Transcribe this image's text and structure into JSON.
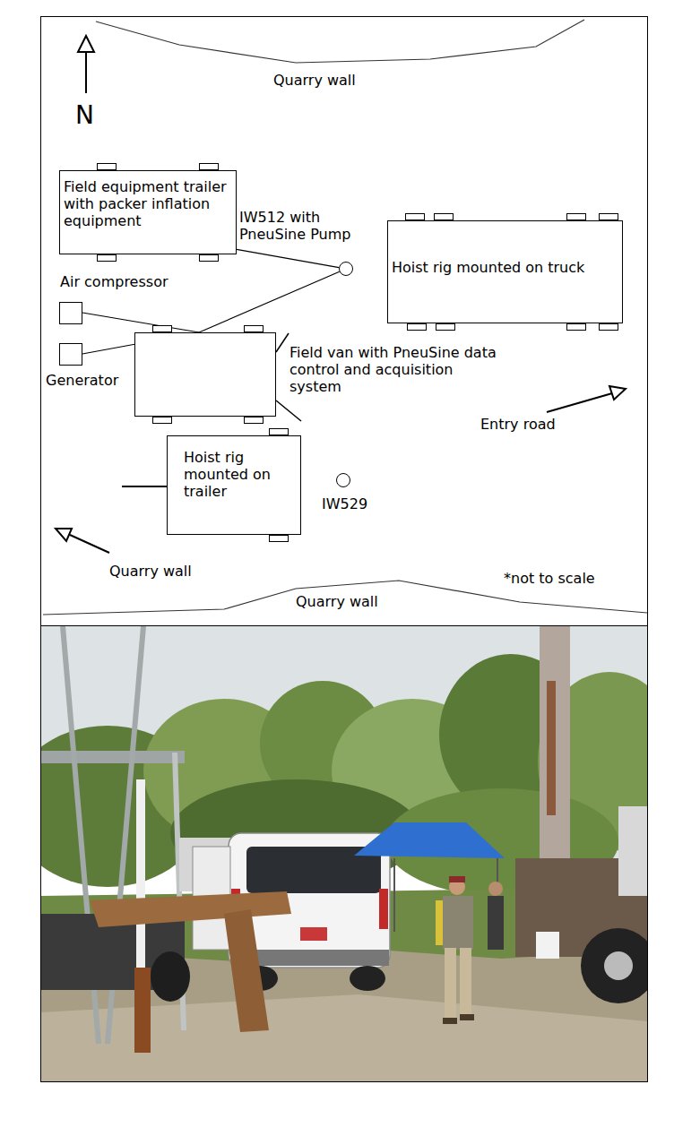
{
  "diagram": {
    "nodes": [
      {
        "text": [
          "Field equipment trailer with packer inflation equipment"
        ]
      },
      {
        "text": [
          "IW512 with PneuSine Pump"
        ]
      },
      {
        "text": [
          "Hoist rig mounted on truck"
        ]
      },
      {
        "text": [
          "Air compressor"
        ]
      },
      {
        "text": [
          "Generator"
        ]
      },
      {
        "text": [
          "Field van with PneuSine data control and acquisition system"
        ]
      },
      {
        "text": [
          "Hoist rig mounted on trailer"
        ]
      },
      {
        "text": [
          "IW529"
        ]
      }
    ],
    "edges": [
      {
        "from": 0,
        "to": 1,
        "arrow": "none"
      },
      {
        "from": 3,
        "to": 5,
        "arrow": "none"
      },
      {
        "from": 4,
        "to": 5,
        "arrow": "none"
      },
      {
        "from": 5,
        "to": 1,
        "arrow": "none"
      }
    ],
    "labels": [
      "Quarry wall",
      "N",
      "Quarry wall",
      "Quarry wall",
      "Entry road",
      "*not to scale"
    ]
  }
}
